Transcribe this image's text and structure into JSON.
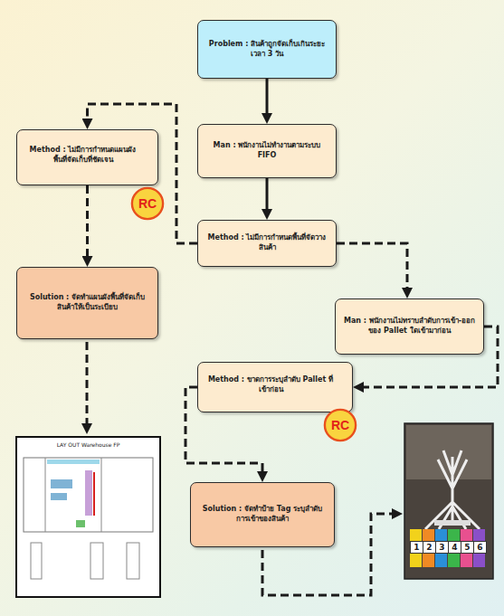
{
  "diagram": {
    "nodes": [
      {
        "text": [
          "Problem : สินค้าถูกจัดเก็บเกินระยะเวลา 3 วัน"
        ]
      },
      {
        "text": [
          "Man : พนักงานไม่ทำงานตามระบบ FIFO"
        ]
      },
      {
        "text": [
          "Method : ไม่มีการกำหนดแผนผังพื้นที่จัดเก็บที่ชัดเจน"
        ]
      },
      {
        "text": [
          "RC"
        ]
      },
      {
        "text": [
          "Method : ไม่มีการกำหนดพื้นที่จัดวางสินค้า"
        ]
      },
      {
        "text": [
          "Solution : จัดทำแผนผังพื้นที่จัดเก็บสินค้าให้เป็นระเบียบ"
        ]
      },
      {
        "text": [
          "Man : พนักงานไม่ทราบลำดับการเข้า-ออกของ Pallet ใดเข้ามาก่อน"
        ]
      },
      {
        "text": [
          "Method : ขาดการระบุลำดับ Pallet ที่เข้าก่อน"
        ]
      },
      {
        "text": [
          "RC"
        ]
      },
      {
        "text": [
          "Solution : จัดทำป้าย Tag ระบุลำดับการเข้าของสินค้า"
        ]
      }
    ],
    "edges": [
      {
        "from": 0,
        "to": 1,
        "arrow": "to"
      },
      {
        "from": 1,
        "to": 4,
        "arrow": "to"
      },
      {
        "from": 4,
        "to": 2,
        "arrow": "to"
      },
      {
        "from": 2,
        "to": 5,
        "arrow": "to"
      },
      {
        "from": 4,
        "to": 6,
        "arrow": "to"
      },
      {
        "from": 6,
        "to": 7,
        "arrow": "to"
      },
      {
        "from": 7,
        "to": 9,
        "arrow": "to"
      }
    ],
    "labels": [
      "LAY OUT Warehouse FP",
      "1",
      "2",
      "3",
      "4",
      "5",
      "6"
    ]
  }
}
